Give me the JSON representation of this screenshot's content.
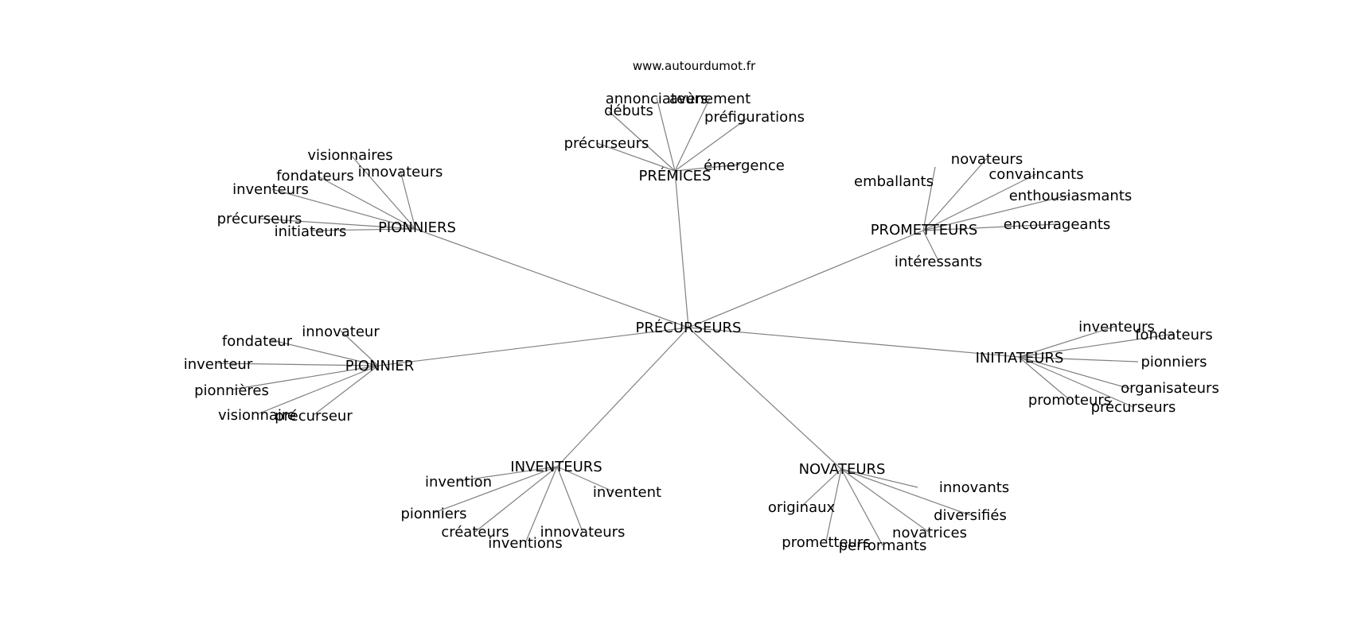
{
  "source": "www.autourdumot.fr",
  "center": "PRÉCURSEURS",
  "clusters": [
    {
      "hub": "PRÉMICES",
      "words": [
        "annonciateurs",
        "avènement",
        "débuts",
        "préfigurations",
        "précurseurs",
        "émergence"
      ]
    },
    {
      "hub": "PIONNIERS",
      "words": [
        "visionnaires",
        "innovateurs",
        "fondateurs",
        "inventeurs",
        "précurseurs",
        "initiateurs"
      ]
    },
    {
      "hub": "PROMETTEURS",
      "words": [
        "novateurs",
        "emballants",
        "convaincants",
        "enthousiasmants",
        "encourageants",
        "intéressants"
      ]
    },
    {
      "hub": "PIONNIER",
      "words": [
        "innovateur",
        "fondateur",
        "inventeur",
        "pionnières",
        "visionnaire",
        "précurseur"
      ]
    },
    {
      "hub": "INITIATEURS",
      "words": [
        "inventeurs",
        "fondateurs",
        "pionniers",
        "organisateurs",
        "promoteurs",
        "précurseurs"
      ]
    },
    {
      "hub": "INVENTEURS",
      "words": [
        "invention",
        "inventent",
        "pionniers",
        "créateurs",
        "innovateurs",
        "inventions"
      ]
    },
    {
      "hub": "NOVATEURS",
      "words": [
        "innovants",
        "originaux",
        "diversifiés",
        "novatrices",
        "prometteurs",
        "performants"
      ]
    }
  ]
}
